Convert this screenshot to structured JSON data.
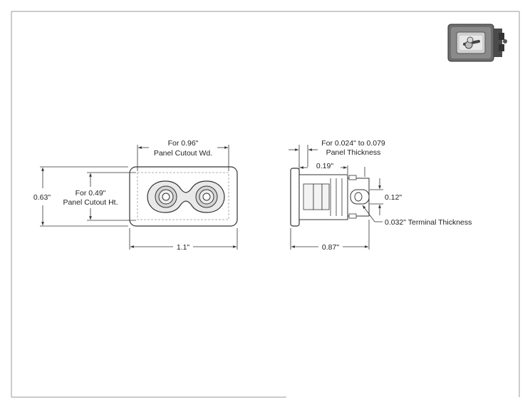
{
  "front_view": {
    "cutout_width_line1": "For 0.96\"",
    "cutout_width_line2": "Panel Cutout Wd.",
    "cutout_height_line1": "For 0.49\"",
    "cutout_height_line2": "Panel Cutout Ht.",
    "overall_height": "0.63\"",
    "overall_width": "1.1\""
  },
  "side_view": {
    "panel_thickness_line1": "For 0.024\" to 0.079",
    "panel_thickness_line2": "Panel Thickness",
    "flange_depth": "0.19\"",
    "terminal_height": "0.12\"",
    "terminal_thickness": "0.032\" Terminal Thickness",
    "overall_depth": "0.87\""
  },
  "thumbnail": {
    "icon": "ac-inlet-3d-icon"
  },
  "colors": {
    "line": "#444444",
    "border": "#9a9a9a",
    "thumb_body": "#6d6d6d"
  }
}
